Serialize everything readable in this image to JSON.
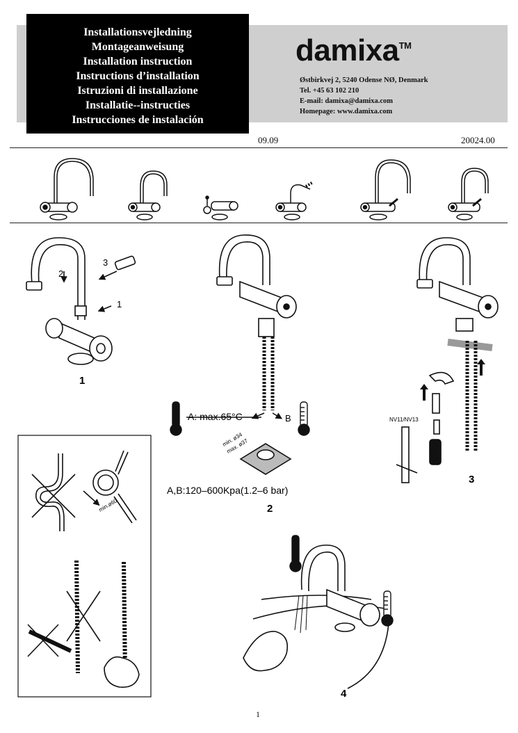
{
  "title_block": {
    "titles": [
      "Installationsvejledning",
      "Montageanweisung",
      "Installation instruction",
      "Instructions d’installation",
      "Istruzioni di installazione",
      "Installatie--instructies",
      "Instrucciones de instalación"
    ]
  },
  "brand": {
    "name": "damixa",
    "tm": "TM"
  },
  "contact": {
    "address": "Østbirkvej 2, 5240 Odense NØ, Denmark",
    "tel": "Tel. +45 63 102 210",
    "email": "E-mail: damixa@damixa.com",
    "homepage": "Homepage: www.damixa.com"
  },
  "doc": {
    "date": "09.09",
    "number": "20024.00",
    "page": "1"
  },
  "steps": {
    "step1": {
      "number": "1",
      "labels": [
        "2",
        "3",
        "1"
      ]
    },
    "step2": {
      "number": "2",
      "temp_label": "A: max.65°C",
      "b_label": "B",
      "hole_min": "min. ø34",
      "hole_max": "max. ø37",
      "pressure": "A,B:120–600Kpa(1.2–6 bar)"
    },
    "step3": {
      "number": "3",
      "tool_label": "NV11/NV13"
    },
    "step4": {
      "number": "4"
    },
    "hose_panel": {
      "bend_label": "min.ø60"
    }
  },
  "icons": [
    "faucet-icon",
    "thermometer-icon",
    "wrench-icon",
    "hand-icon",
    "rotate-arrow-icon"
  ]
}
